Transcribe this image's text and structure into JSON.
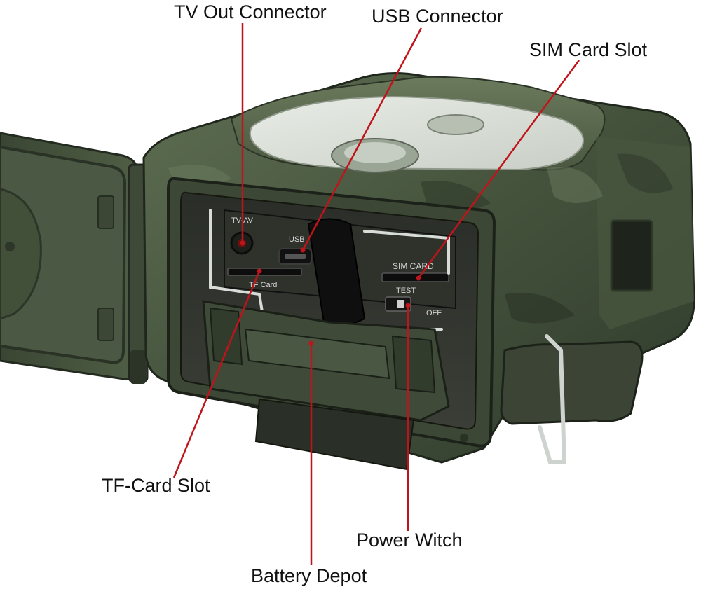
{
  "callouts": {
    "tv_out": "TV Out Connector",
    "usb": "USB Connector",
    "sim": "SIM Card Slot",
    "tf_card": "TF-Card Slot",
    "power": "Power Witch",
    "battery": "Battery Depot"
  },
  "device_markings": {
    "tv_port": "TV-AV",
    "usb_port": "USB",
    "sim_slot": "SIM CARD",
    "tf_slot": "TF Card",
    "switch_test": "TEST",
    "switch_off": "OFF"
  },
  "colors": {
    "leader_line": "#c0141b",
    "camo_dark": "#3b4a35",
    "camo_mid": "#56664b",
    "label_text": "#111111"
  }
}
